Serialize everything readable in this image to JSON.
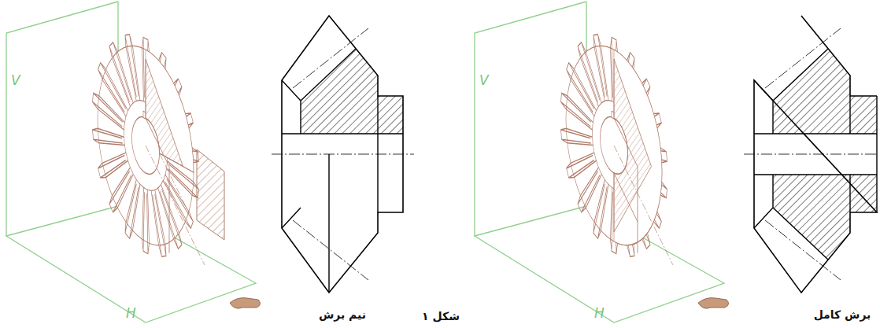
{
  "diagram": {
    "caption": "شکل ۱",
    "labels": [
      "V",
      "H",
      "نیم برش",
      "V",
      "H",
      "برش کامل"
    ]
  }
}
